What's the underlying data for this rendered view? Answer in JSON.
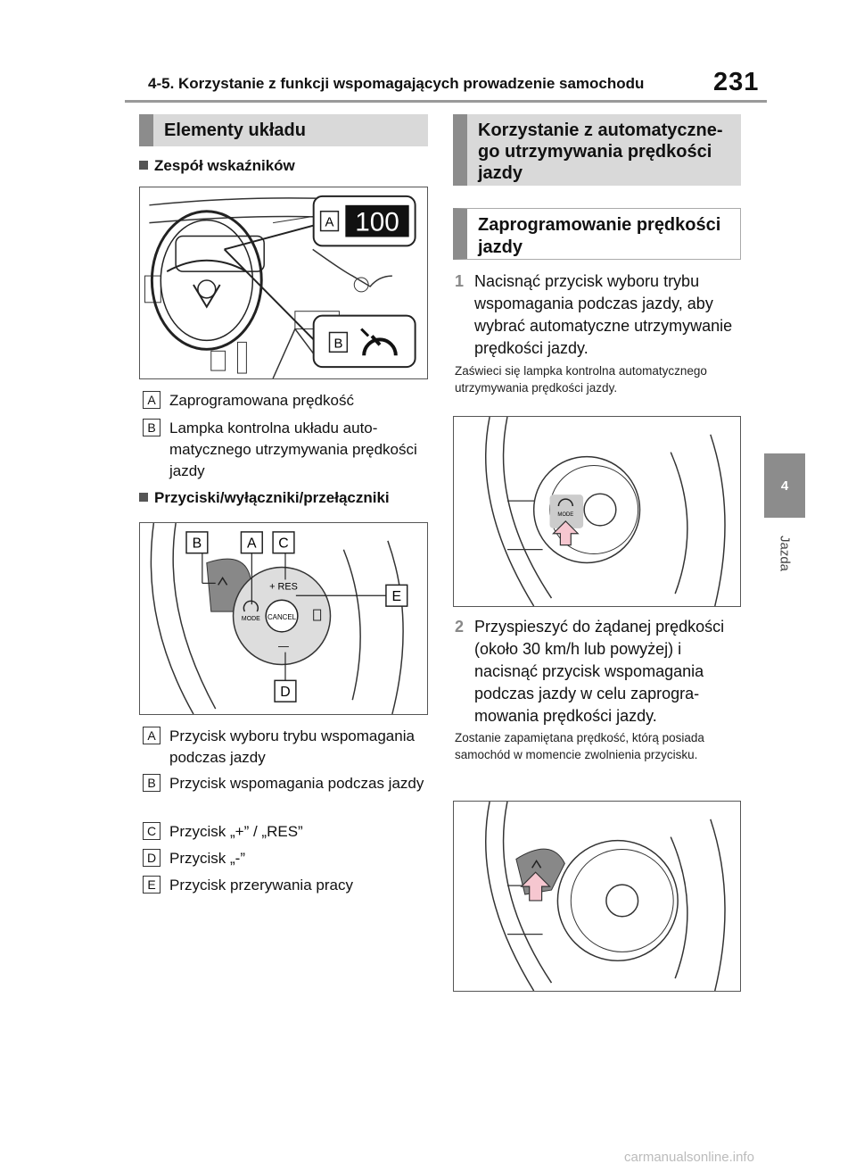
{
  "header": {
    "title": "4-5. Korzystanie z funkcji wspomagających prowadzenie samochodu",
    "page_number": "231"
  },
  "side_tab": {
    "number": "4",
    "label": "Jazda"
  },
  "left": {
    "section_title": "Elementy układu",
    "gauges": {
      "title": "Zespół wskaźników",
      "figure": {
        "callout_a": "A",
        "display_value": "100",
        "callout_b": "B"
      },
      "legend": [
        {
          "badge": "A",
          "text": "Zaprogramowana prędkość"
        },
        {
          "badge": "B",
          "text": "Lampka kontrolna układu auto­matycznego utrzymywania prędkości jazdy"
        }
      ]
    },
    "switches": {
      "title": "Przyciski/wyłączniki/przełączniki",
      "figure": {
        "callouts": [
          "B",
          "A",
          "C",
          "E",
          "D"
        ],
        "res_label": "+ RES",
        "mode_label": "MODE",
        "cancel_label": "CANCEL",
        "minus_label": "—"
      },
      "legend": [
        {
          "badge": "A",
          "text": "Przycisk wyboru trybu wspoma­gania podczas jazdy"
        },
        {
          "badge": "B",
          "text": "Przycisk wspomagania podczas jazdy"
        },
        {
          "badge": "C",
          "text": "Przycisk „+” / „RES”"
        },
        {
          "badge": "D",
          "text": "Przycisk „-”"
        },
        {
          "badge": "E",
          "text": "Przycisk przerywania pracy"
        }
      ]
    }
  },
  "right": {
    "section_title": "Korzystanie z automatyczne­go utrzymywania prędkości jazdy",
    "subsection_title": "Zaprogramowanie prędkości jazdy",
    "steps": [
      {
        "number": "1",
        "text": "Nacisnąć przycisk wyboru trybu wspomagania podczas jazdy, aby wybrać automatyczne utrzymy­wanie prędkości jazdy.",
        "note": "Zaświeci się lampka kontrolna automa­tycznego utrzymywania prędkości jazdy.",
        "figure": {
          "mode_label": "MODE"
        }
      },
      {
        "number": "2",
        "text": "Przyspieszyć do żądanej prędko­ści (około 30 km/h lub powyżej) i nacisnąć przycisk wspomagania podczas jazdy w celu zaprogra­mowania prędkości jazdy.",
        "note": "Zostanie zapamiętana prędkość, którą posiada samochód w momencie zwol­nienia przycisku."
      }
    ]
  },
  "watermark": "carmanualsonline.info",
  "colors": {
    "section_bg": "#d9d9d9",
    "section_bar": "#8c8c8c",
    "arrow_fill": "#f6c7d0"
  }
}
